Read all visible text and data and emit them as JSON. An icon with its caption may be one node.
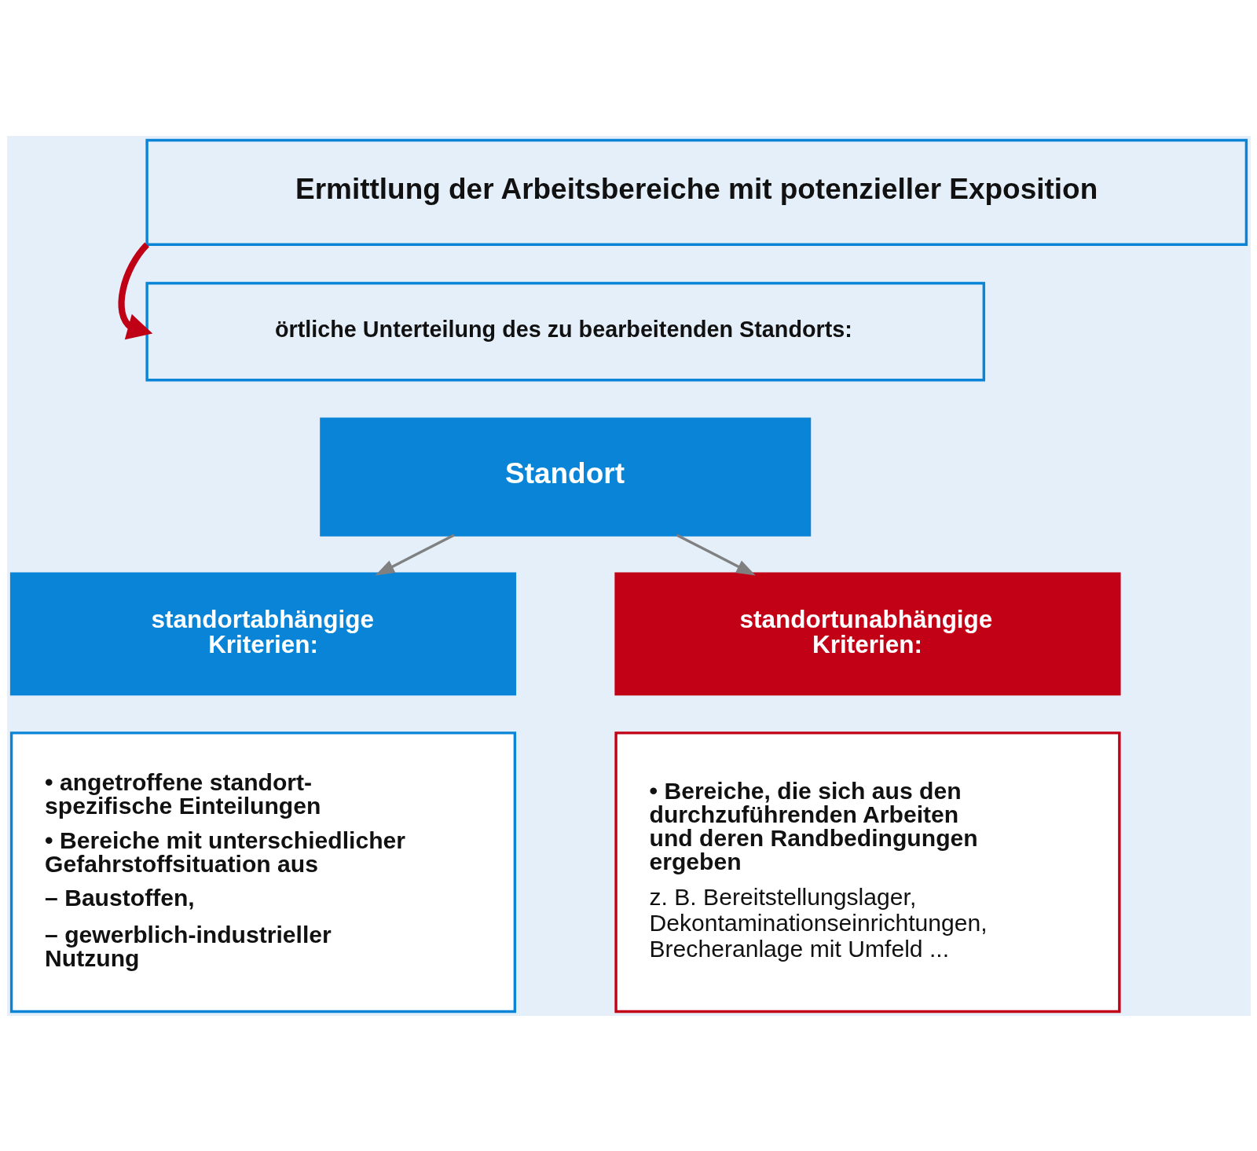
{
  "diagram": {
    "nodes": [
      {
        "text": [
          "Ermittlung der Arbeitsbereiche mit potenzieller Exposition"
        ]
      },
      {
        "text": [
          "örtliche Unterteilung des zu bearbeitenden Standorts:"
        ]
      },
      {
        "text": [
          "Standort"
        ]
      },
      {
        "text": [
          "standortabhängige Kriterien:"
        ]
      },
      {
        "text": [
          "standortunabhängige Kriterien:"
        ]
      },
      {
        "text": [
          "• angetroffene standort-spezifische Einteilungen",
          "• Bereiche mit unterschiedlicher Gefahrstoffsituation aus",
          "– Baustoffen,",
          "– gewerblich-industrieller Nutzung"
        ]
      },
      {
        "text": [
          "• Bereiche, die sich aus den durchzuführenden Arbeiten und deren Randbedingungen ergeben",
          "z. B. Bereitstellungslager, Dekontaminationseinrichtungen, Brecheranlage mit Umfeld ..."
        ]
      }
    ],
    "edges": [
      {
        "from": 0,
        "to": 1,
        "arrow": "to",
        "style": "thick",
        "color": "#c00015"
      },
      {
        "from": 2,
        "to": 3,
        "arrow": "to"
      },
      {
        "from": 2,
        "to": 4,
        "arrow": "to"
      }
    ]
  }
}
